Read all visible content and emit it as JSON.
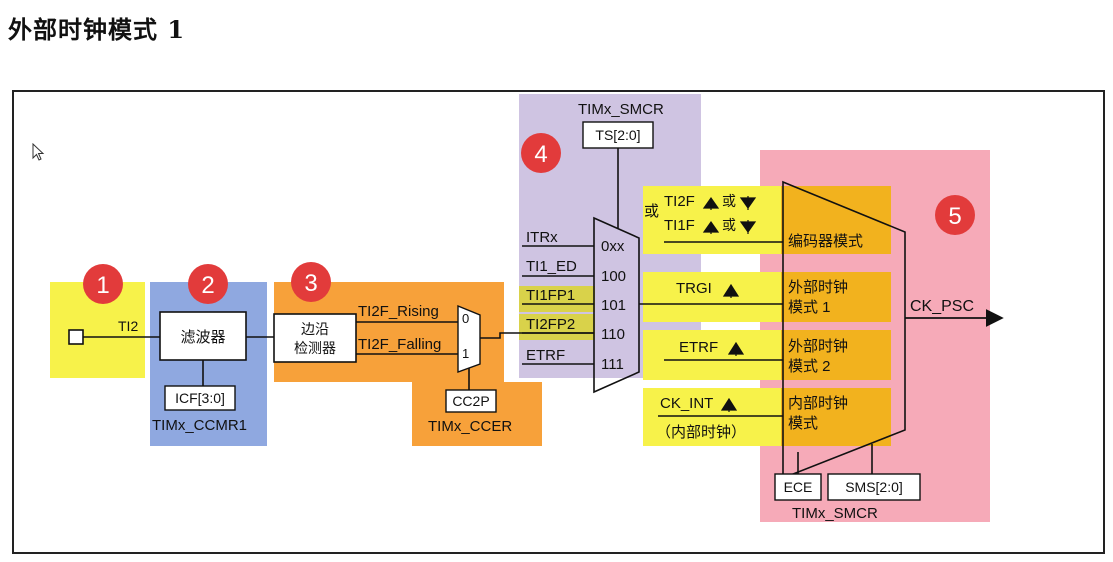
{
  "title": "外部时钟模式 1",
  "colors": {
    "yellow": "#f7f24a",
    "blue": "#8fa8e0",
    "orange": "#f7a13a",
    "purple": "#cfc4e2",
    "pink": "#f6aab8",
    "amber": "#f2b21e",
    "badge": "#e23b3b"
  },
  "badges": [
    "1",
    "2",
    "3",
    "4",
    "5"
  ],
  "stage1": {
    "input": "TI2"
  },
  "stage2": {
    "filter": "滤波器",
    "reg_field": "ICF[3:0]",
    "register": "TIMx_CCMR1"
  },
  "stage3": {
    "detector_line1": "边沿",
    "detector_line2": "检测器",
    "rising": "TI2F_Rising",
    "falling": "TI2F_Falling",
    "mux_in0": "0",
    "mux_in1": "1",
    "reg_field": "CC2P",
    "register": "TIMx_CCER"
  },
  "stage4": {
    "register": "TIMx_SMCR",
    "reg_field": "TS[2:0]",
    "inputs": [
      {
        "name": "ITRx",
        "code": "0xx"
      },
      {
        "name": "TI1_ED",
        "code": "100"
      },
      {
        "name": "TI1FP1",
        "code": "101"
      },
      {
        "name": "TI2FP2",
        "code": "110"
      },
      {
        "name": "ETRF",
        "code": "111"
      }
    ]
  },
  "stage5": {
    "or_label": "或",
    "enc_line1": "TI2F",
    "enc_line2": "TI1F",
    "enc_or": "或",
    "modes": [
      "编码器模式",
      "外部时钟\n模式 1",
      "外部时钟\n模式 2",
      "内部时钟\n模式"
    ],
    "mode_labels": {
      "encoder": "编码器模式",
      "ext1_a": "外部时钟",
      "ext1_b": "模式 1",
      "ext2_a": "外部时钟",
      "ext2_b": "模式 2",
      "int_a": "内部时钟",
      "int_b": "模式"
    },
    "trgi": "TRGI",
    "etrf": "ETRF",
    "ck_int": "CK_INT",
    "ck_int_note": "（内部时钟）",
    "output": "CK_PSC",
    "reg_field_ece": "ECE",
    "reg_field_sms": "SMS[2:0]",
    "register": "TIMx_SMCR"
  }
}
